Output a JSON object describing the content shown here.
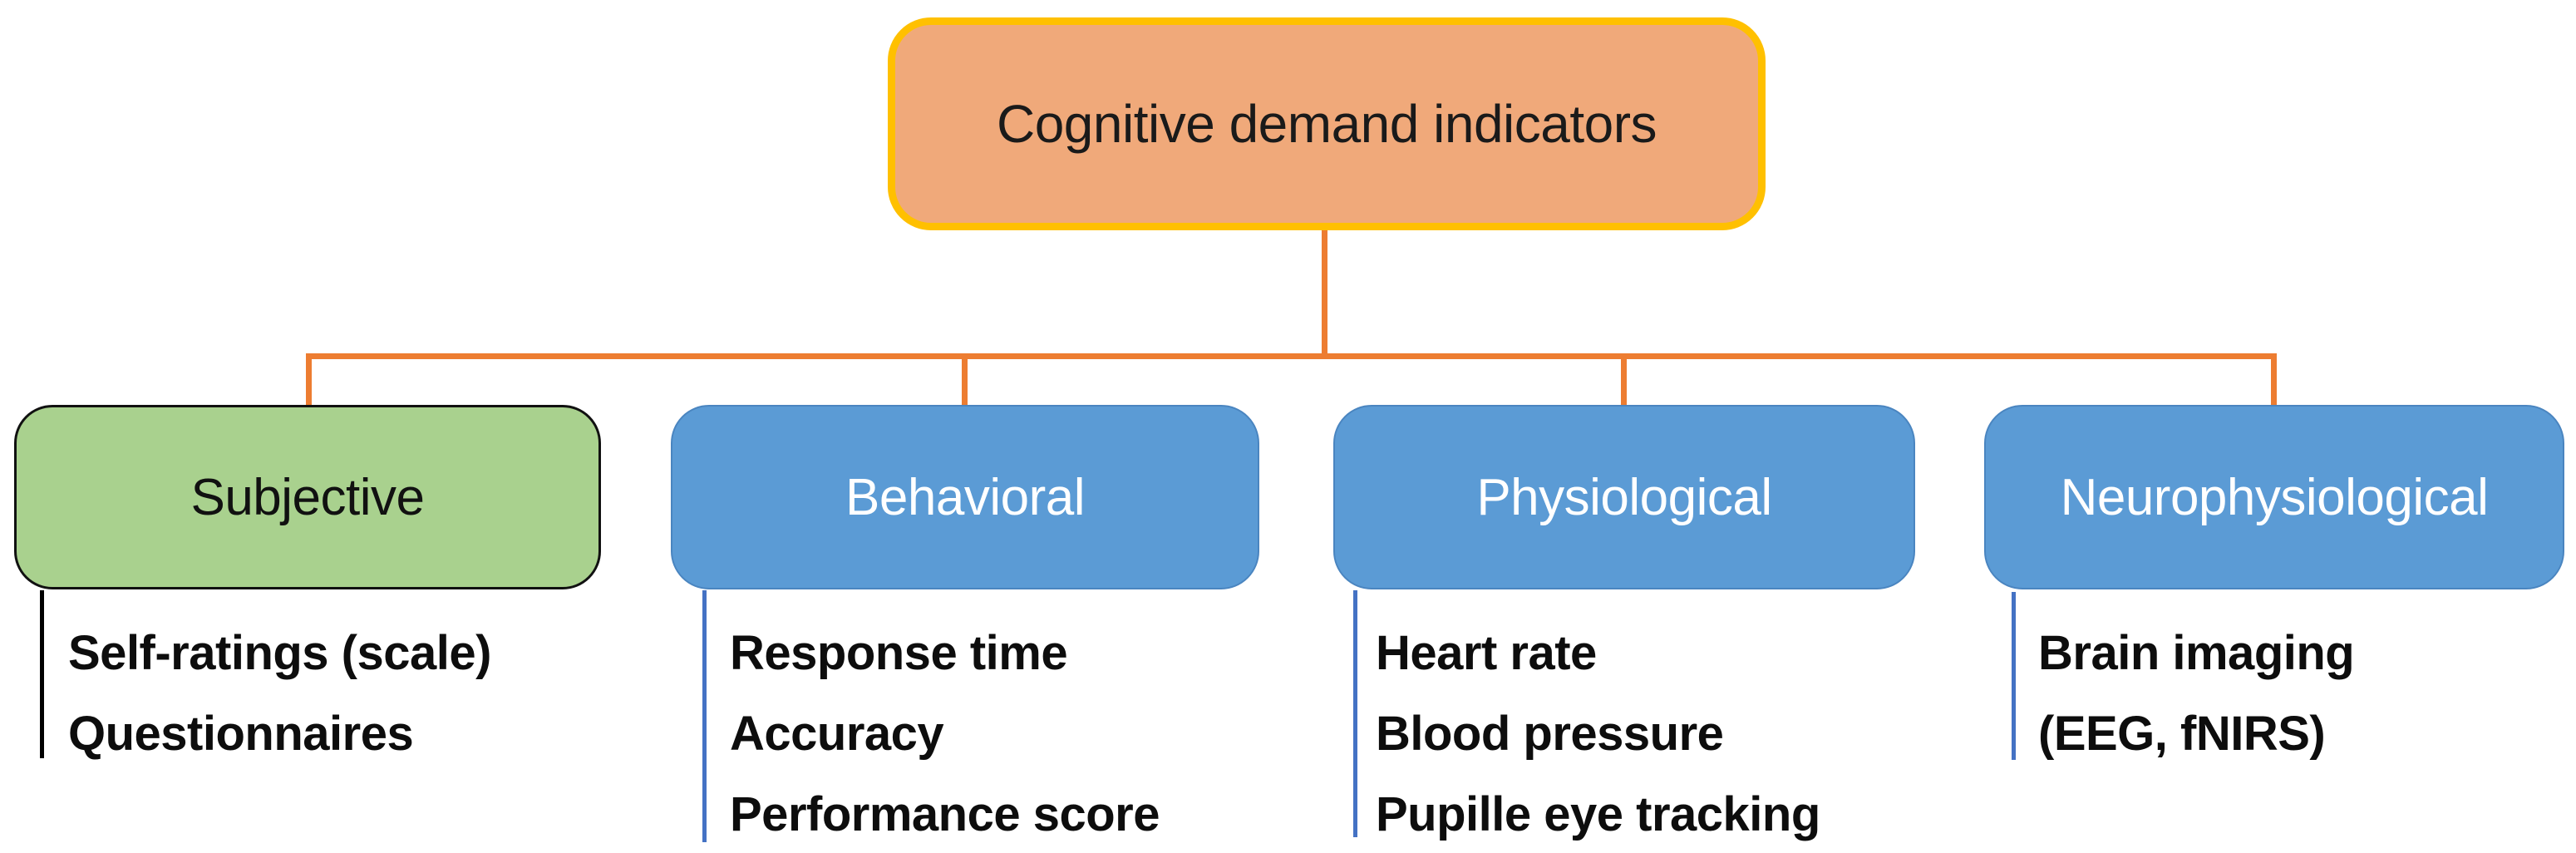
{
  "root": {
    "label": "Cognitive demand indicators"
  },
  "branches": [
    {
      "label": "Subjective",
      "items": [
        "Self-ratings (scale)",
        "Questionnaires"
      ]
    },
    {
      "label": "Behavioral",
      "items": [
        "Response time",
        "Accuracy",
        "Performance score"
      ]
    },
    {
      "label": "Physiological",
      "items": [
        "Heart rate",
        "Blood pressure",
        "Pupille eye tracking"
      ]
    },
    {
      "label": "Neurophysiological",
      "items": [
        "Brain imaging",
        "(EEG, fNIRS)"
      ]
    }
  ],
  "colors": {
    "connector": "#ED7D31",
    "root_fill": "#F0A97A",
    "root_border": "#FFC000",
    "green_fill": "#A9D18E",
    "green_border": "#111111",
    "blue_fill": "#5B9BD5",
    "blue_border": "#4A85C0",
    "list_line_blue": "#4472C4",
    "list_line_black": "#000000",
    "text_dark": "#0D0D0D",
    "text_light": "#FFFFFF"
  }
}
